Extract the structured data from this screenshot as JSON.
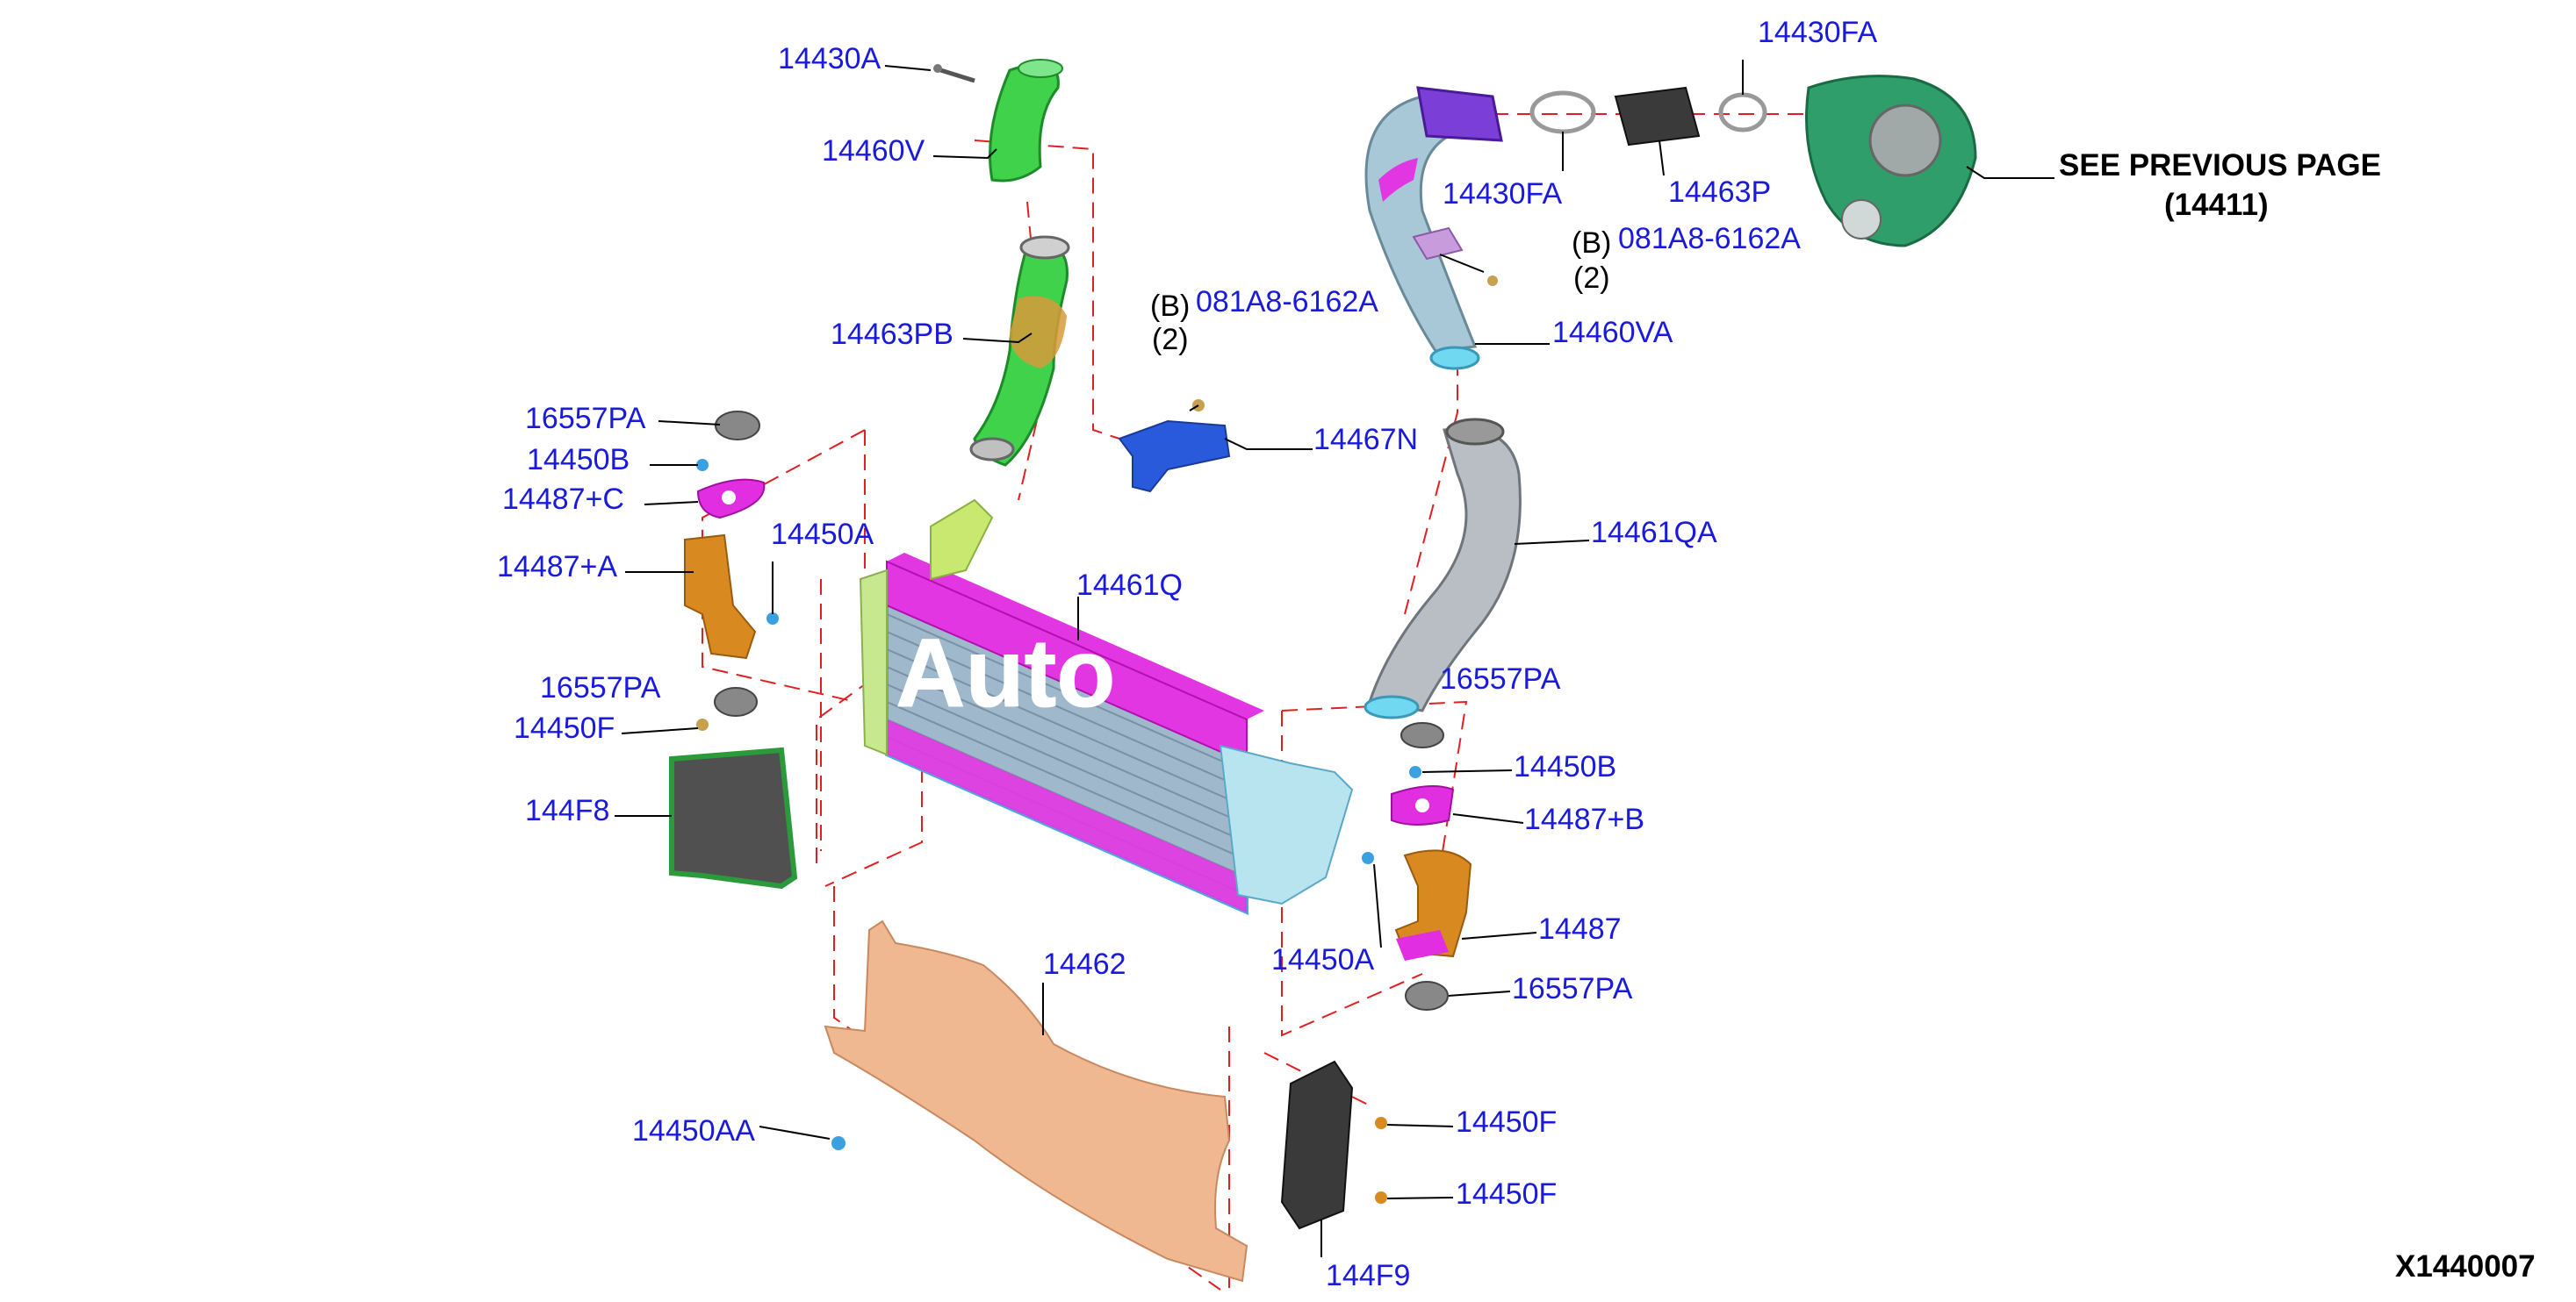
{
  "colors": {
    "label": "#1a1adc",
    "leader": "#000000",
    "centerline": "#e02020",
    "intercooler_core": "#9fb8cc",
    "intercooler_tank": "#e236e2",
    "pipe_green": "#3fd24a",
    "pipe_gray": "#a8b0b6",
    "pipe_purple": "#7b3fd8",
    "deflector": "#f0b890",
    "bracket_orange": "#d88a20",
    "bracket_blue": "#2a5adc",
    "bracket_magenta": "#e02ee0"
  },
  "labels": {
    "l14430A": "14430A",
    "l14460V": "14460V",
    "l14463PB": "14463PB",
    "l16557PA_left": "16557PA",
    "l14450B_left": "14450B",
    "l14487C": "14487+C",
    "l14450A_left": "14450A",
    "l14487A": "14487+A",
    "l16557PA_left2": "16557PA",
    "l14450F_left": "14450F",
    "l144F8": "144F8",
    "l14461Q": "14461Q",
    "l14462": "14462",
    "l14450AA": "14450AA",
    "l14430FA_top": "14430FA",
    "l14430FA_mid": "14430FA",
    "l14463P": "14463P",
    "l081A8_right": "081A8-6162A",
    "lB_right": "(B)",
    "l2_right": "(2)",
    "l081A8_left": "081A8-6162A",
    "lB_left": "(B)",
    "l2_left": "(2)",
    "l14460VA": "14460VA",
    "l14467N": "14467N",
    "l14461QA": "14461QA",
    "l16557PA_right": "16557PA",
    "l14450B_right": "14450B",
    "l14487B": "14487+B",
    "l14487": "14487",
    "l14450A_right": "14450A",
    "l16557PA_right2": "16557PA",
    "l14450F_r1": "14450F",
    "l14450F_r2": "14450F",
    "l144F9": "144F9",
    "see_prev_1": "SEE PREVIOUS PAGE",
    "see_prev_2": "(14411)",
    "figure_code": "X1440007",
    "watermark": "Auto"
  }
}
